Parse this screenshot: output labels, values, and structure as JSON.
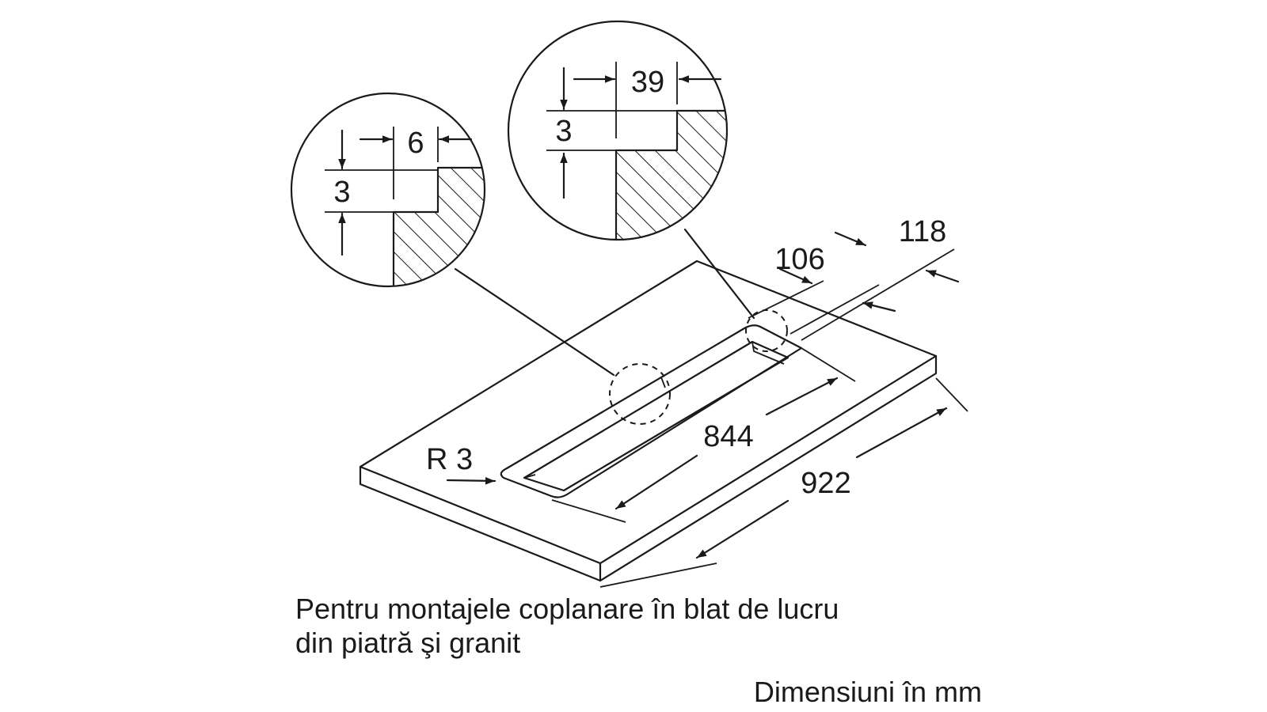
{
  "dimensions": {
    "detail_left_width": "6",
    "detail_left_depth": "3",
    "detail_right_width": "39",
    "detail_right_depth": "3",
    "cutout_width_inner": "106",
    "cutout_width_outer": "118",
    "cutout_length_inner": "844",
    "cutout_length_outer": "922",
    "corner_radius": "R 3"
  },
  "caption": {
    "line1": "Pentru montajele coplanare în blat de lucru",
    "line2": "din piatră şi granit"
  },
  "units_note": "Dimensiuni în mm"
}
